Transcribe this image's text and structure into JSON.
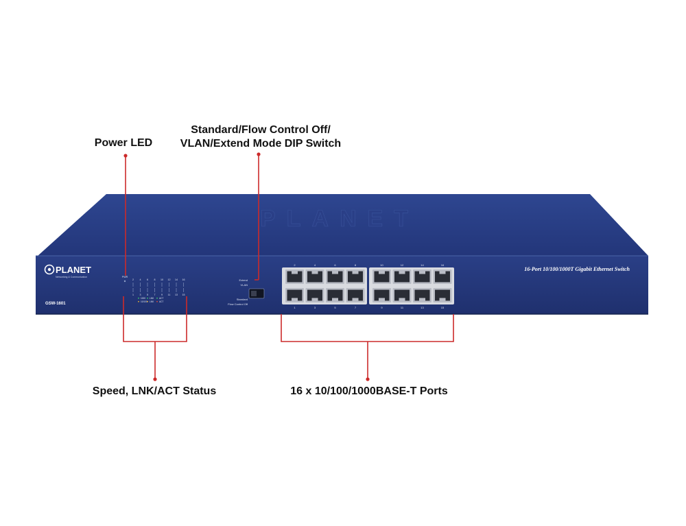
{
  "callouts": {
    "power_led": "Power LED",
    "dip_switch_line1": "Standard/Flow Control Off/",
    "dip_switch_line2": "VLAN/Extend Mode DIP Switch",
    "speed_status": "Speed, LNK/ACT Status",
    "ports": "16 x 10/100/1000BASE-T Ports"
  },
  "device": {
    "brand": "PLANET",
    "brand_tagline": "Networking & Communication",
    "model": "GSW-1601",
    "description": "16-Port 10/100/1000T Gigabit Ethernet Switch",
    "pwr_label": "PWR",
    "led_top_numbers": [
      "2",
      "4",
      "6",
      "8",
      "10",
      "12",
      "14",
      "16"
    ],
    "led_bottom_numbers": [
      "1",
      "3",
      "5",
      "7",
      "9",
      "11",
      "13",
      "15"
    ],
    "led_legend": [
      "1000",
      "LNK",
      "ACT",
      "10/100",
      "LNK",
      "ACT"
    ],
    "dip_labels": [
      "Extend",
      "VLAN",
      "Standard",
      "Flow Control Off"
    ],
    "port_top_numbers": [
      "2",
      "4",
      "6",
      "8",
      "10",
      "12",
      "14",
      "16"
    ],
    "port_bottom_numbers": [
      "1",
      "3",
      "5",
      "7",
      "9",
      "11",
      "13",
      "15"
    ],
    "colors": {
      "chassis": "#23367a",
      "chassis_top": "#2c4289",
      "callout_line": "#cc2a2a",
      "port_frame": "#d9dbe0",
      "port_hole": "#2a2d35"
    }
  }
}
